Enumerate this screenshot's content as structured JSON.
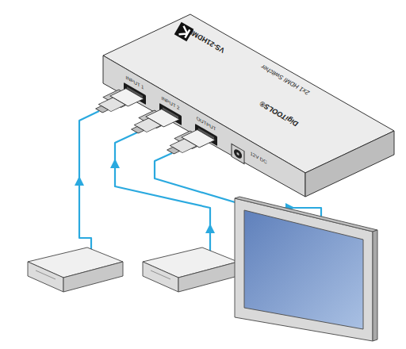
{
  "diagram": {
    "nodes": [
      {
        "text": [
          "VS-21HDMI",
          "2x1 HDMI Switcher",
          "DigiTOOLS®"
        ]
      },
      {
        "text": [
          "INPUT 1"
        ],
        "in": 0
      },
      {
        "text": [
          "INPUT 2"
        ],
        "in": 0
      },
      {
        "text": [
          "OUTPUT"
        ],
        "in": 0
      },
      {
        "text": [
          "12V DC"
        ],
        "in": 0
      }
    ]
  }
}
